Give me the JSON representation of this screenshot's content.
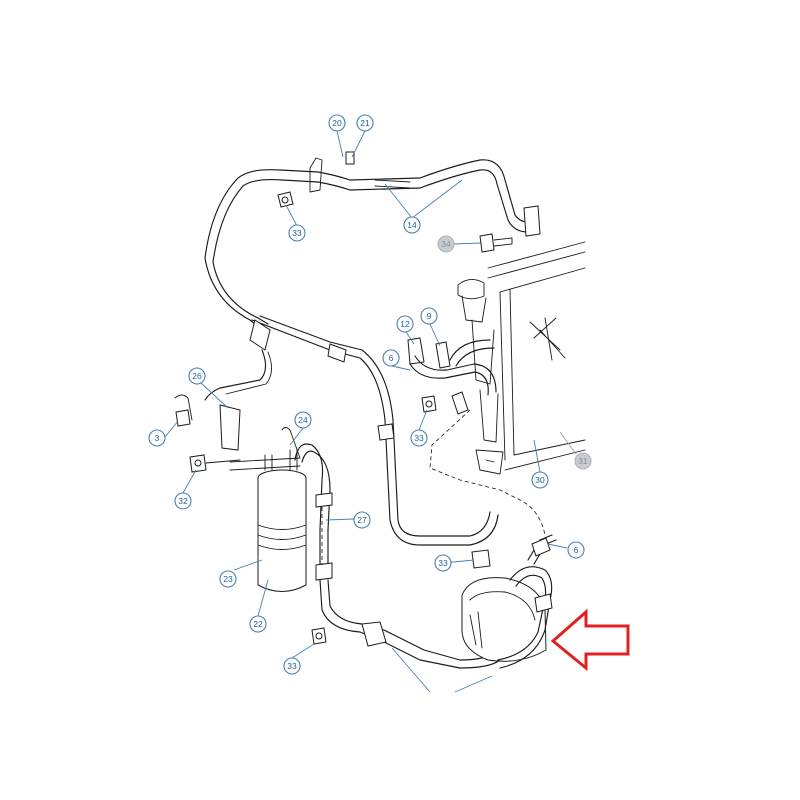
{
  "callouts": [
    {
      "id": "c20",
      "label": "20",
      "grey": false
    },
    {
      "id": "c21",
      "label": "21",
      "grey": false
    },
    {
      "id": "c33a",
      "label": "33",
      "grey": false
    },
    {
      "id": "c14",
      "label": "14",
      "grey": false
    },
    {
      "id": "c34",
      "label": "34",
      "grey": true
    },
    {
      "id": "c12",
      "label": "12",
      "grey": false
    },
    {
      "id": "c9",
      "label": "9",
      "grey": false
    },
    {
      "id": "c6a",
      "label": "6",
      "grey": false
    },
    {
      "id": "c33b",
      "label": "33",
      "grey": false
    },
    {
      "id": "c26",
      "label": "26",
      "grey": false
    },
    {
      "id": "c3",
      "label": "3",
      "grey": false
    },
    {
      "id": "c24",
      "label": "24",
      "grey": false
    },
    {
      "id": "c32",
      "label": "32",
      "grey": false
    },
    {
      "id": "c27",
      "label": "27",
      "grey": false
    },
    {
      "id": "c23",
      "label": "23",
      "grey": false
    },
    {
      "id": "c22",
      "label": "22",
      "grey": false
    },
    {
      "id": "c33c",
      "label": "33",
      "grey": false
    },
    {
      "id": "c33d",
      "label": "33",
      "grey": false
    },
    {
      "id": "c30",
      "label": "30",
      "grey": false
    },
    {
      "id": "c31",
      "label": "31",
      "grey": true
    },
    {
      "id": "c6b",
      "label": "6",
      "grey": false
    }
  ],
  "indicator": {
    "color": "#e02020",
    "direction": "left"
  },
  "colors": {
    "callout": "#1f5f99",
    "line": "#1c1c1c",
    "arrow": "#e02020",
    "greyed": "#8a8f96"
  }
}
